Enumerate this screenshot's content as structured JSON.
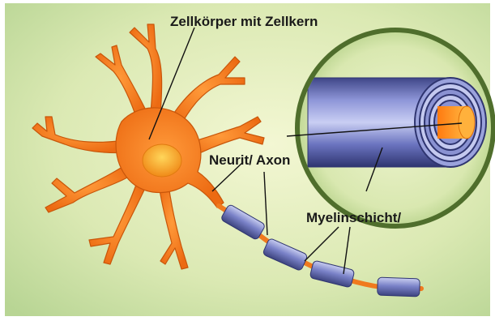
{
  "labels": {
    "cell_body": "Zellkörper mit Zellkern",
    "axon": "Neurit/ Axon",
    "myelin": "Myelinschicht/"
  },
  "colors": {
    "background_light": "#f2f6cf",
    "background_dark": "#bcd79a",
    "neuron_fill": "#f07a1e",
    "neuron_edge": "#c8560a",
    "nucleus": "#f6b020",
    "myelin_blue": "#6670b8",
    "myelin_light": "#a9b1e2",
    "zoom_ring": "#4f6e2c"
  }
}
